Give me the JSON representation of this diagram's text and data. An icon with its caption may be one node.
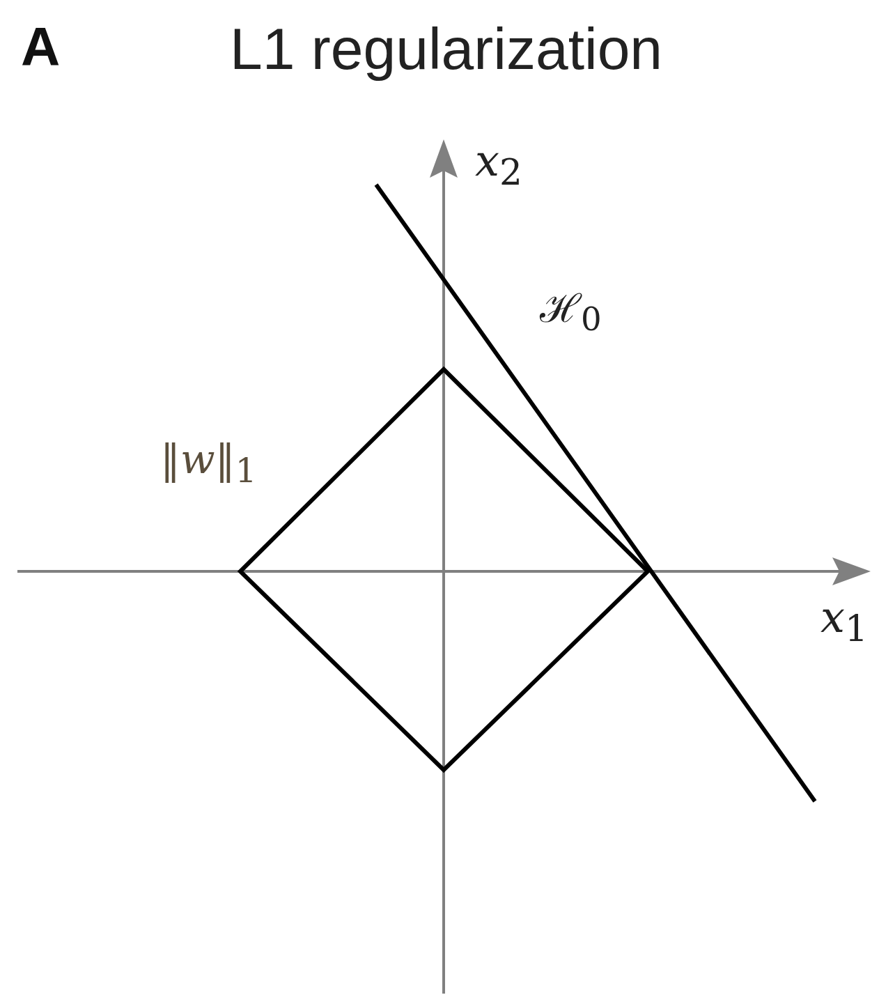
{
  "diagram": {
    "title": "L1 regularization",
    "labels": [
      "A",
      "*x*$_{2}$",
      "ℋ$_{0}$",
      "‖*w*‖$_{1}$",
      "*x*$_{1}$"
    ]
  }
}
